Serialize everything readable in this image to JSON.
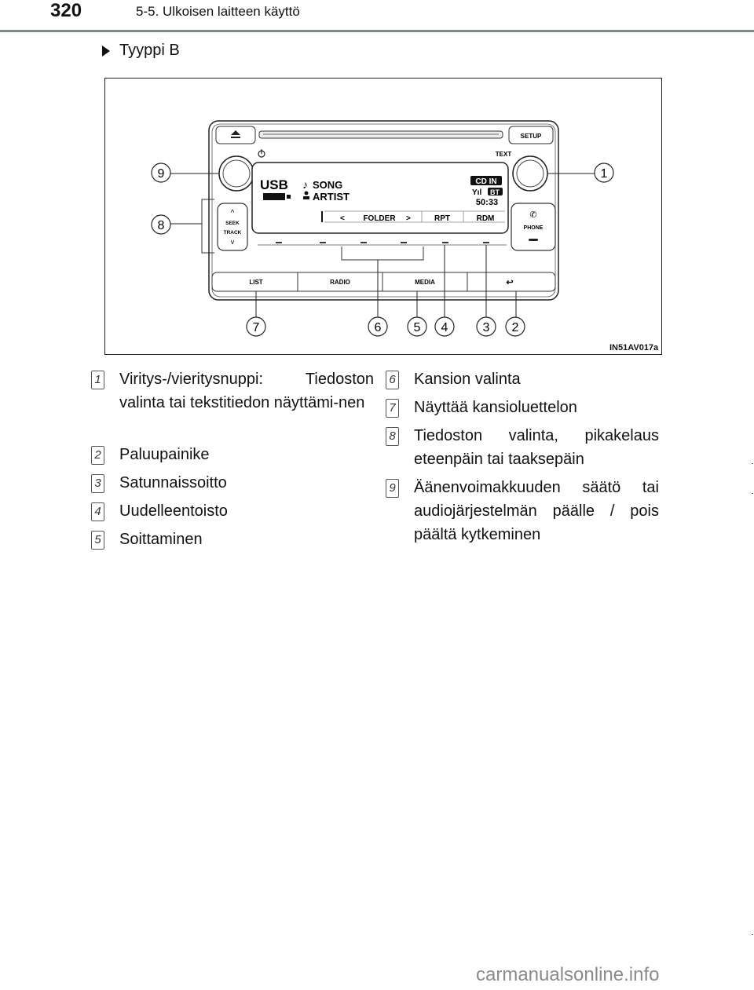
{
  "header": {
    "page_number": "320",
    "section_title": "5-5. Ulkoisen laitteen käyttö"
  },
  "subheading": "Tyyppi B",
  "figure": {
    "code": "IN51AV017a",
    "callouts": [
      "1",
      "2",
      "3",
      "4",
      "5",
      "6",
      "7",
      "8",
      "9"
    ],
    "display": {
      "source": "USB",
      "song": "SONG",
      "artist": "ARTIST",
      "cd_in": "CD IN",
      "bt": "BT",
      "time": "50:33",
      "folder": "FOLDER",
      "rpt": "RPT",
      "rdm": "RDM"
    },
    "buttons": {
      "setup": "SETUP",
      "text": "TEXT",
      "seek": "SEEK",
      "track": "TRACK",
      "phone": "PHONE",
      "list": "LIST",
      "radio": "RADIO",
      "media": "MEDIA"
    }
  },
  "legend": {
    "left": [
      {
        "num": "1",
        "text": "Viritys-/vieritysnuppi: Tiedoston valinta tai tekstitiedon näyttämi-nen"
      },
      {
        "num": "2",
        "text": "Paluupainike"
      },
      {
        "num": "3",
        "text": "Satunnaissoitto"
      },
      {
        "num": "4",
        "text": "Uudelleentoisto"
      },
      {
        "num": "5",
        "text": "Soittaminen"
      }
    ],
    "right": [
      {
        "num": "6",
        "text": "Kansion valinta"
      },
      {
        "num": "7",
        "text": "Näyttää kansioluettelon"
      },
      {
        "num": "8",
        "text": "Tiedoston valinta, pikakelaus eteenpäin tai taaksepäin"
      },
      {
        "num": "9",
        "text": "Äänenvoimakkuuden säätö tai audiojärjestelmän päälle / pois päältä kytkeminen"
      }
    ]
  },
  "watermark": "carmanualsonline.info"
}
